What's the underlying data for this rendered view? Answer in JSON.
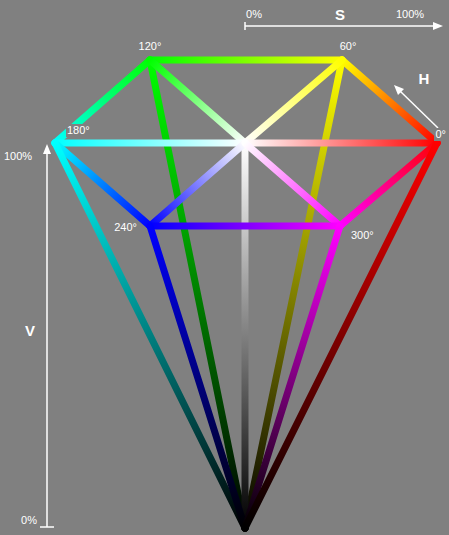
{
  "diagram": {
    "labels": [
      "0%",
      "S",
      "100%",
      "H",
      "120°",
      "60°",
      "180°",
      "0°",
      "100%",
      "V",
      "240°",
      "300°",
      "0%"
    ]
  }
}
